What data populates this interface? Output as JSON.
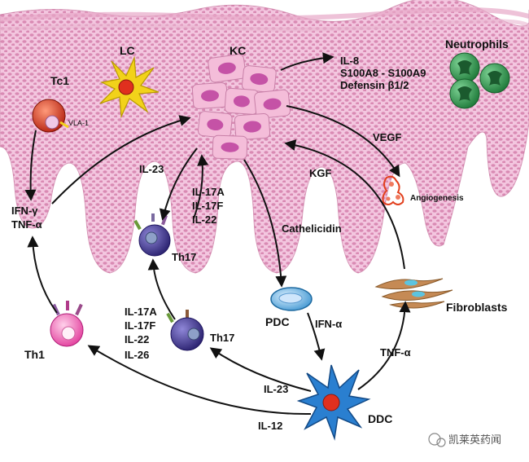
{
  "cells": {
    "kc": "KC",
    "lc": "LC",
    "tc1": "Tc1",
    "vla1": "VLA-1",
    "neutrophils": "Neutrophils",
    "th17_top": "Th17",
    "th17_bottom": "Th17",
    "th1": "Th1",
    "pdc": "PDC",
    "ddc": "DDC",
    "fibroblasts": "Fibroblasts"
  },
  "mediators": {
    "il8": "IL-8",
    "s100": "S100A8 - S100A9",
    "defensin": "Defensin β1/2",
    "vegf": "VEGF",
    "angiogenesis": "Angiogenesis",
    "kgf": "KGF",
    "cathelicidin": "Cathelicidin",
    "ifn_alpha": "IFN-α",
    "tnf_alpha_right": "TNF-α",
    "ifn_gamma": "IFN-γ",
    "tnf_alpha_left": "TNF-α",
    "il23_top": "IL-23",
    "il17a_top": "IL-17A",
    "il17f_top": "IL-17F",
    "il22_top": "IL-22",
    "il17a_bottom": "IL-17A",
    "il17f_bottom": "IL-17F",
    "il22_bottom": "IL-22",
    "il26_bottom": "IL-26",
    "il23_bottom": "IL-23",
    "il12": "IL-12"
  },
  "watermark": "凯莱英药闻",
  "colors": {
    "epidermis": "#f3c6df",
    "dots": "#c4598f",
    "kc_cell": "#f0b8d6",
    "kc_nucleus": "#c552a6",
    "neutrophil": "#2e9a4e",
    "th17": "#4b3b9a",
    "th1": "#ee5aae",
    "tc1": "#d4311e",
    "lc": "#f2d21a",
    "ddc": "#2a7fd0",
    "pdc": "#4aa8de"
  }
}
